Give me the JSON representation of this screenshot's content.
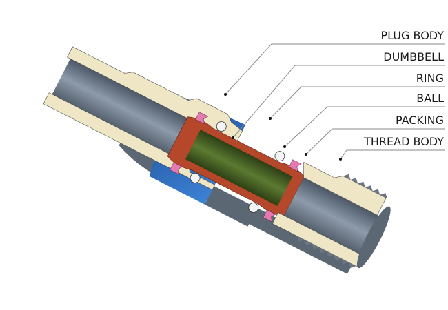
{
  "title": "Quick coupling cross-section",
  "labels": [
    {
      "id": "plug-body",
      "text": "PLUG BODY"
    },
    {
      "id": "dumbbell",
      "text": "DUMBBELL"
    },
    {
      "id": "ring",
      "text": "RING"
    },
    {
      "id": "ball",
      "text": "BALL"
    },
    {
      "id": "packing",
      "text": "PACKING"
    },
    {
      "id": "thread-body",
      "text": "THREAD BODY"
    }
  ],
  "colors": {
    "section_cream": "#efe6c6",
    "body_gray": "#5f6b78",
    "bore_gray": "#8a97a6",
    "ring_blue": "#2f6fc4",
    "dumbbell_red": "#b5472a",
    "inner_green": "#4d6a2a",
    "packing_pink": "#e57ab3",
    "ball_white": "#f4f4f4",
    "leader_gray": "#8a8a8a"
  }
}
